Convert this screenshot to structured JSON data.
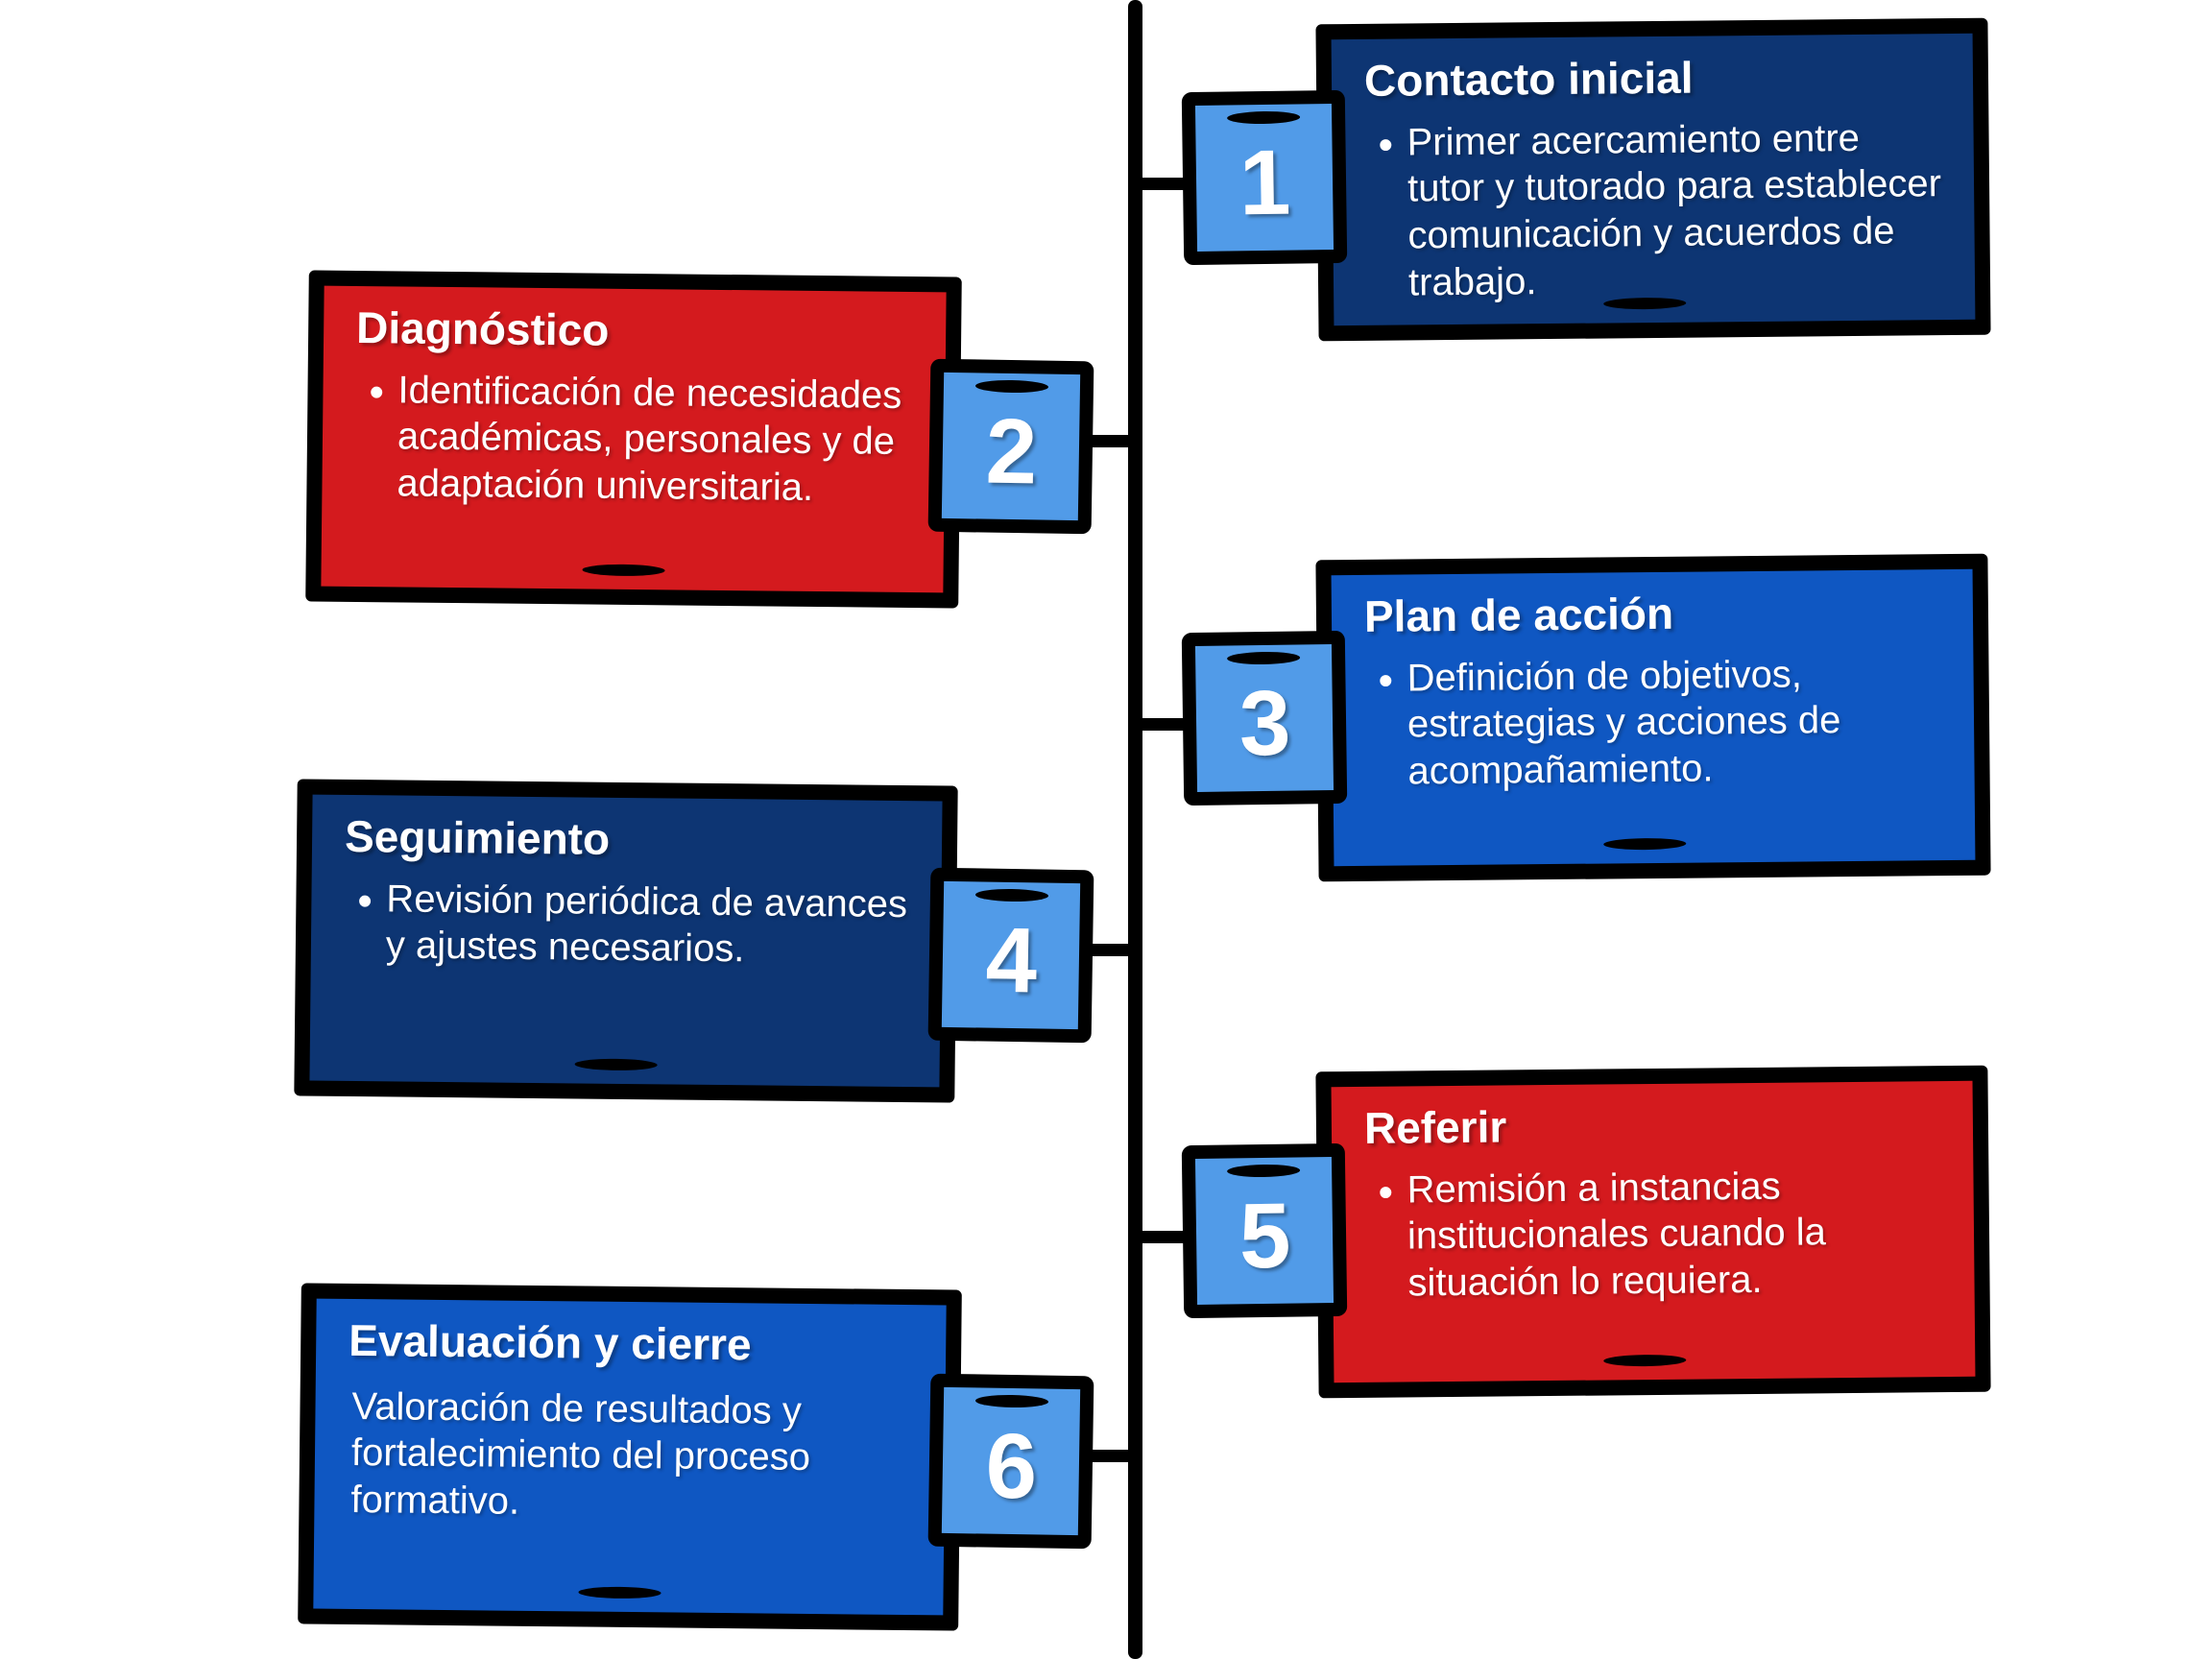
{
  "diagram": {
    "type": "vertical-timeline",
    "orientation": "vertical",
    "step_count": 6,
    "colors": {
      "navy": "#0D3573",
      "red": "#D41A1E",
      "blue": "#0F57C2",
      "badge_blue": "#519BE8",
      "outline": "#000000",
      "text": "#FFFFFF",
      "background": "#FFFFFF"
    },
    "bullet_glyph": "•"
  },
  "steps": [
    {
      "number": "1",
      "title": "Contacto inicial",
      "body": "Primer acercamiento entre tutor y tutorado para establecer comunicación y acuerdos de trabajo.",
      "color": "#0D3573",
      "side": "right",
      "has_bullet": true
    },
    {
      "number": "2",
      "title": "Diagnóstico",
      "body": "Identificación de necesidades académicas, personales y de adaptación universitaria.",
      "color": "#D41A1E",
      "side": "left",
      "has_bullet": true
    },
    {
      "number": "3",
      "title": "Plan de acción",
      "body": "Definición de objetivos, estrategias y acciones de acompañamiento.",
      "color": "#0F57C2",
      "side": "right",
      "has_bullet": true
    },
    {
      "number": "4",
      "title": "Seguimiento",
      "body": "Revisión periódica de avances y ajustes necesarios.",
      "color": "#0D3573",
      "side": "left",
      "has_bullet": true
    },
    {
      "number": "5",
      "title": "Referir",
      "body": "Remisión a instancias institucionales cuando la situación lo requiera.",
      "color": "#D41A1E",
      "side": "right",
      "has_bullet": true
    },
    {
      "number": "6",
      "title": "Evaluación y cierre",
      "body": " Valoración de resultados y fortalecimiento del proceso formativo.",
      "color": "#0F57C2",
      "side": "left",
      "has_bullet": false
    }
  ]
}
